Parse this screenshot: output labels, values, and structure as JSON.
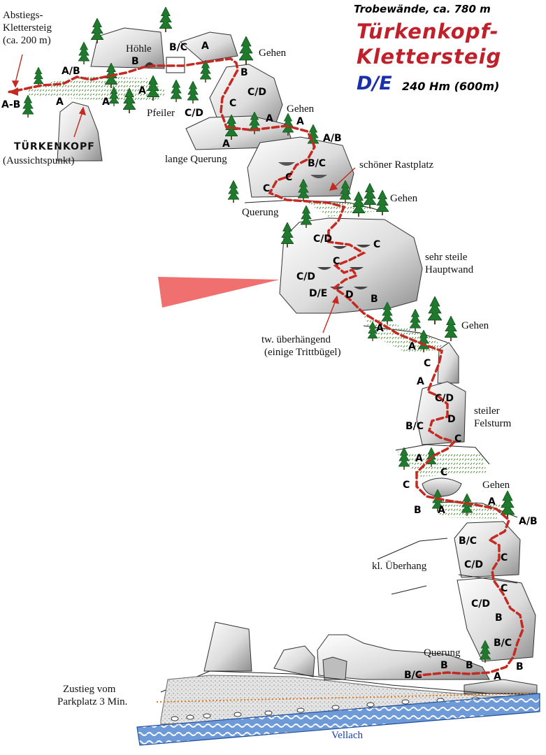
{
  "header": {
    "subtitle": "Trobewände, ca. 780 m",
    "title_line1": "Türkenkopf-",
    "title_line2": "Klettersteig",
    "grade": "D/E",
    "height_info": "240 Hm (600m)"
  },
  "labels": {
    "descent_1": "Abstiegs-",
    "descent_2": "Klettersteig",
    "descent_3": "(ca. 200 m)",
    "ab_exit": "A-B",
    "peak_name": "TÜRKENKOPF",
    "peak_note": "(Aussichtspunkt)",
    "cave": "Höhle",
    "gehen_1": "Gehen",
    "gehen_2": "Gehen",
    "gehen_3": "Gehen",
    "gehen_4": "Gehen",
    "gehen_5": "Gehen",
    "pillar": "Pfeiler",
    "long_traverse": "lange Querung",
    "rest_spot": "schöner Rastplatz",
    "traverse": "Querung",
    "steep_wall_1": "sehr steile",
    "steep_wall_2": "Hauptwand",
    "overhang_1": "tw. überhängend",
    "overhang_2": "(einige Trittbügel)",
    "tower_1": "steiler",
    "tower_2": "Felsturm",
    "small_overhang": "kl. Überhang",
    "traverse_bottom": "Querung",
    "approach_1": "Zustieg vom",
    "approach_2": "Parkplatz 3 Min.",
    "river": "Vellach"
  },
  "grades": [
    "A/B",
    "B",
    "B/C",
    "A",
    "A",
    "A",
    "A",
    "B",
    "C/D",
    "C",
    "C/D",
    "A",
    "A",
    "A/B",
    "B/C",
    "C",
    "C",
    "A",
    "C/D",
    "C",
    "C",
    "C/D",
    "D/E",
    "D",
    "B",
    "A",
    "A",
    "C",
    "A",
    "C/D",
    "D",
    "B/C",
    "C",
    "A",
    "C",
    "C",
    "B",
    "A",
    "A",
    "A/B",
    "B/C",
    "C",
    "C/D",
    "C",
    "C/D",
    "B",
    "B/C",
    "B",
    "B",
    "A",
    "B",
    "B/C"
  ],
  "colors": {
    "route": "#c42a22",
    "title_red": "#c0202a",
    "grade_blue": "#1a2fa8",
    "rock_light": "#e8e8e8",
    "rock_dark": "#8a8a8a",
    "tree": "#1f7a2e",
    "river_blue": "#3a6fc0",
    "pointer": "#f07070"
  }
}
